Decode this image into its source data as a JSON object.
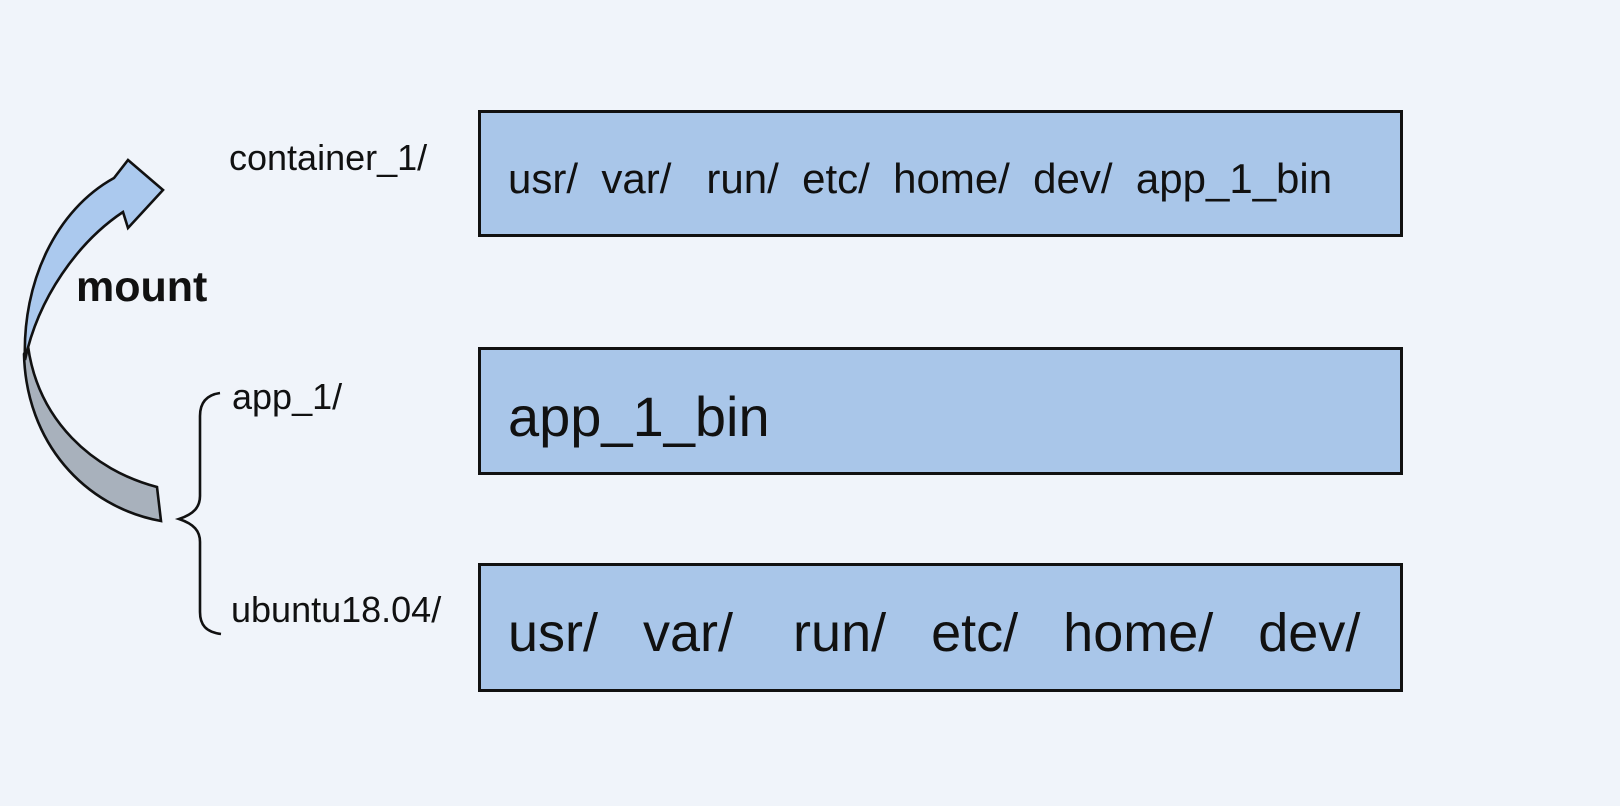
{
  "diagram": {
    "mount_label": "mount",
    "rows": [
      {
        "label": "container_1/",
        "content": "usr/  var/   run/  etc/  home/  dev/  app_1_bin"
      },
      {
        "label": "app_1/",
        "content": "app_1_bin"
      },
      {
        "label": "ubuntu18.04/",
        "content": "usr/   var/    run/   etc/   home/   dev/"
      }
    ],
    "colors": {
      "background": "#f0f4fa",
      "box_fill": "#a9c6e9",
      "box_border": "#111111",
      "arrow_blue": "#abc9ee",
      "arrow_gray": "#a8b1bc",
      "brace_color": "#111111",
      "text_color": "#111111"
    }
  }
}
